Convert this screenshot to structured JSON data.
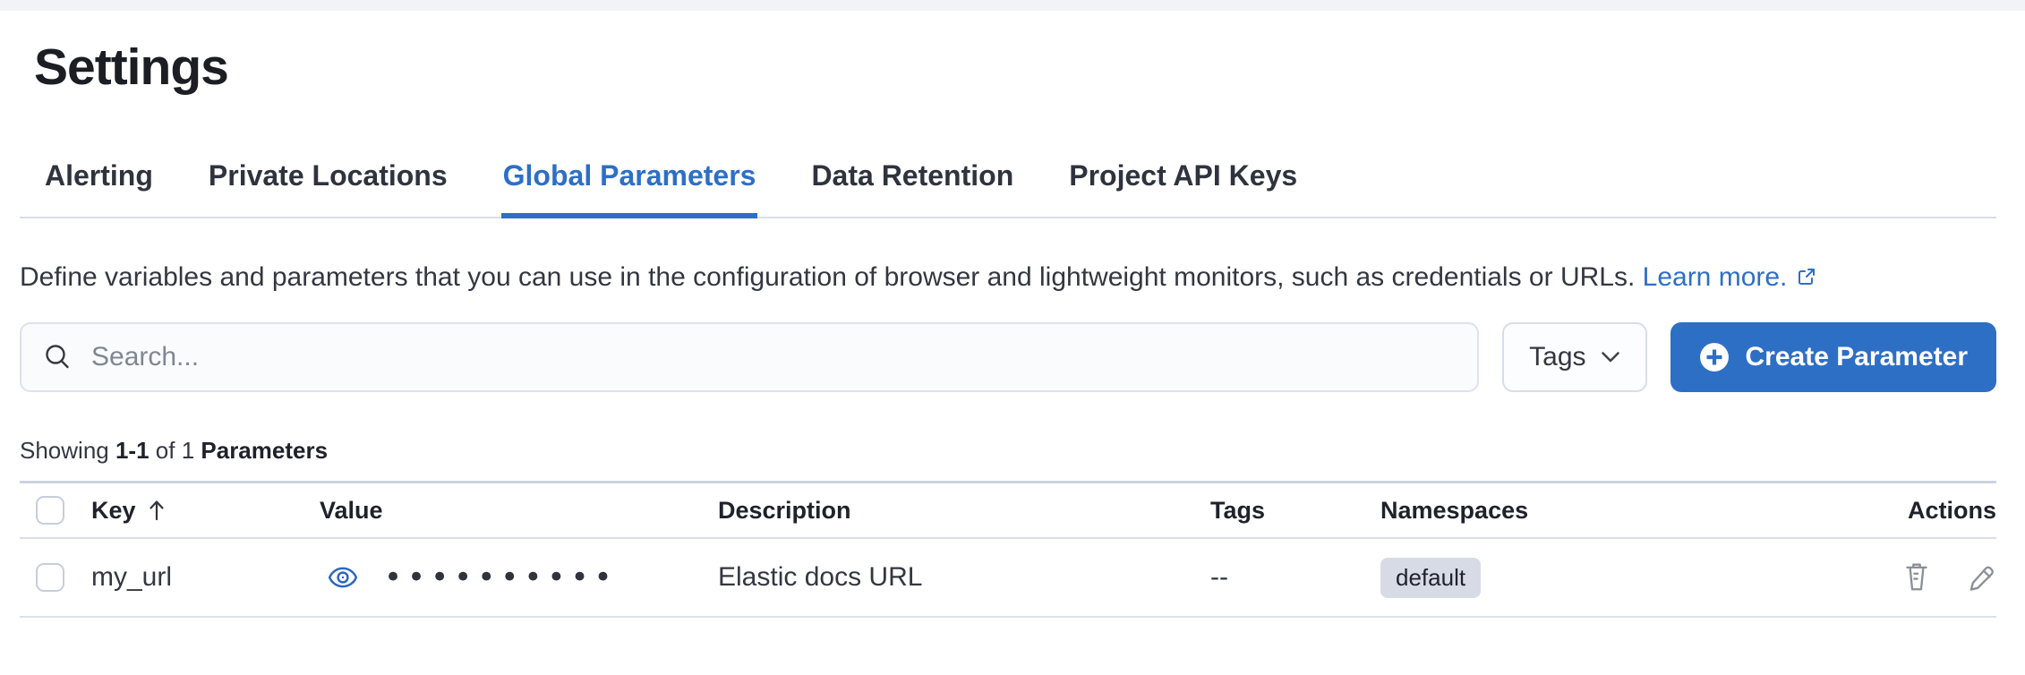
{
  "page": {
    "title": "Settings"
  },
  "tabs": [
    {
      "label": "Alerting",
      "active": false
    },
    {
      "label": "Private Locations",
      "active": false
    },
    {
      "label": "Global Parameters",
      "active": true
    },
    {
      "label": "Data Retention",
      "active": false
    },
    {
      "label": "Project API Keys",
      "active": false
    }
  ],
  "description": {
    "text": "Define variables and parameters that you can use in the configuration of browser and lightweight monitors, such as credentials or URLs.",
    "link_label": "Learn more."
  },
  "toolbar": {
    "search_placeholder": "Search...",
    "tags_filter_label": "Tags",
    "create_button_label": "Create Parameter"
  },
  "summary": {
    "showing": "Showing",
    "range": "1-1",
    "of": "of 1",
    "entity": "Parameters"
  },
  "table": {
    "columns": [
      "Key",
      "Value",
      "Description",
      "Tags",
      "Namespaces",
      "Actions"
    ],
    "sorted_by": "Key",
    "sort_direction": "ascending",
    "rows": [
      {
        "key": "my_url",
        "value_masked": "••••••••••",
        "description": "Elastic docs URL",
        "tags": "--",
        "namespace": "default"
      }
    ]
  },
  "icons": {
    "search": "magnifier",
    "tags_dropdown": "chevron-down",
    "create": "plus-in-circle",
    "learn_more": "external-link",
    "sort": "arrow-up",
    "value_reveal": "eye",
    "delete": "trash",
    "edit": "pencil"
  },
  "colors": {
    "primary": "#2e6fc6",
    "badge_bg": "#d6dbe5",
    "icon_gray": "#8a8f99",
    "text": "#343741",
    "border": "#d8dde8"
  }
}
